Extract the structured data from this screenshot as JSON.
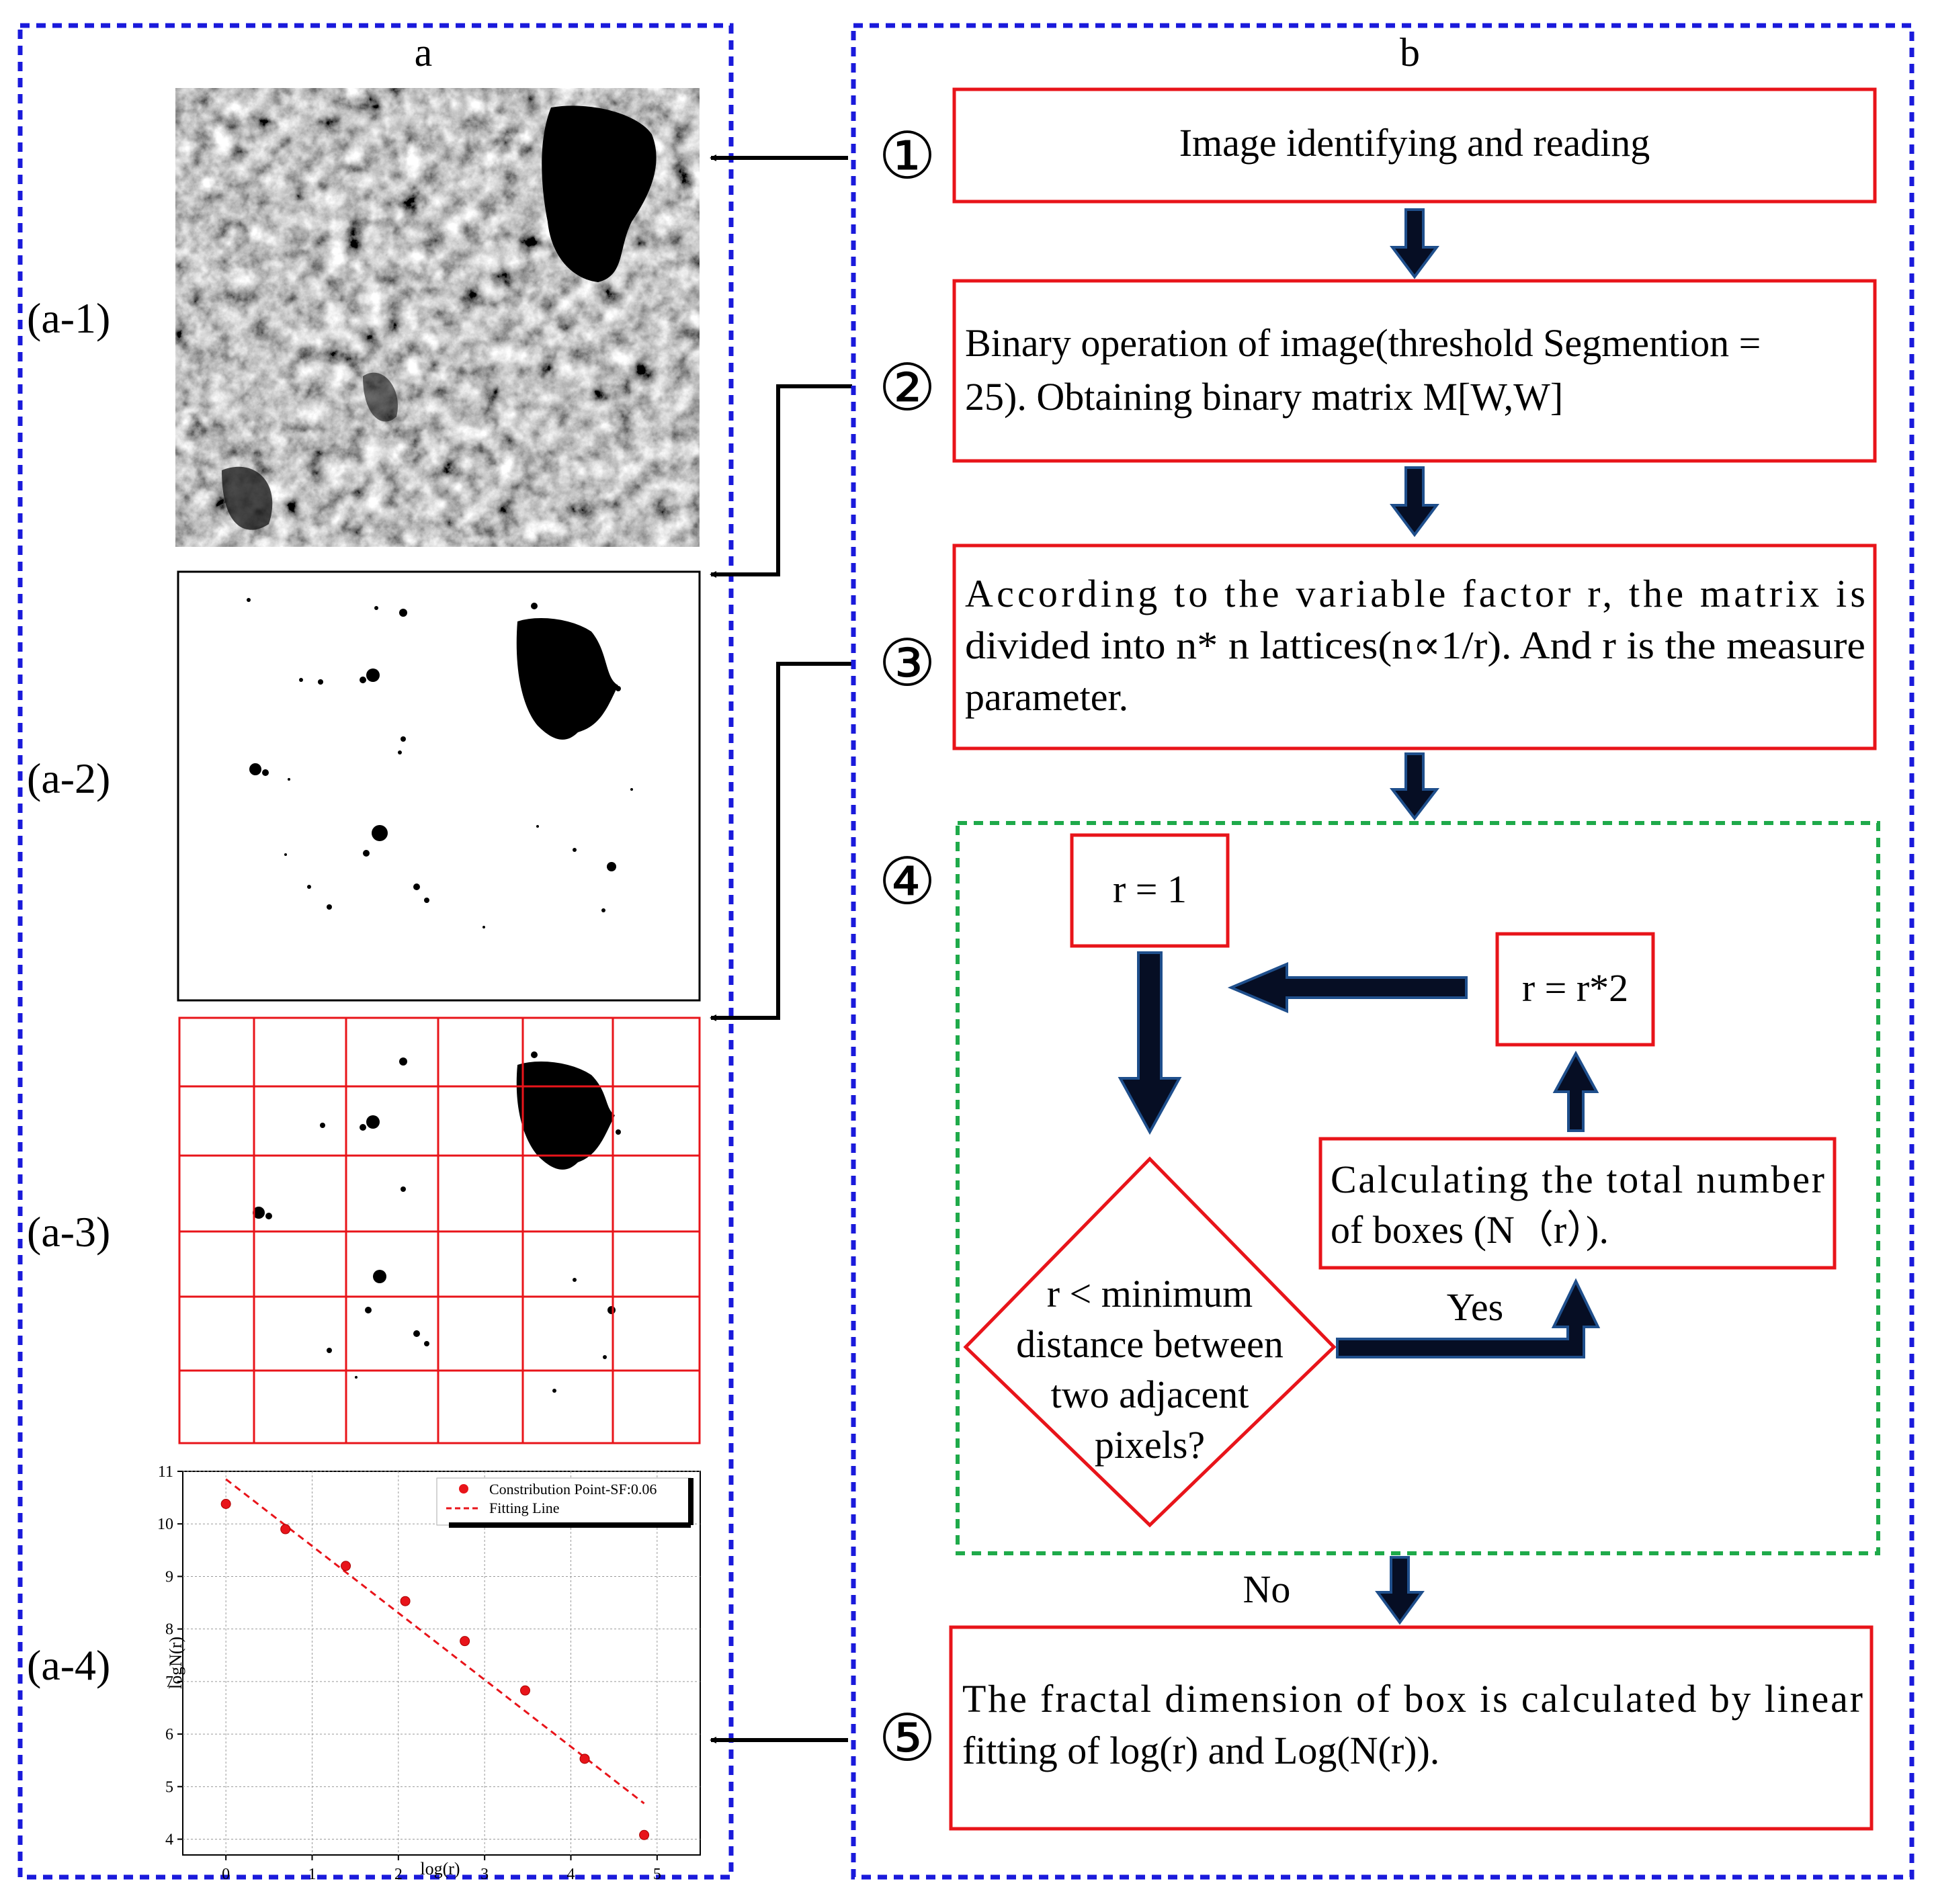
{
  "panels": {
    "a": {
      "label": "a",
      "rows": [
        {
          "label": "(a-1)"
        },
        {
          "label": "(a-2)"
        },
        {
          "label": "(a-3)"
        },
        {
          "label": "(a-4)"
        }
      ]
    },
    "b": {
      "label": "b",
      "steps": [
        {
          "num": "①",
          "text": "Image identifying and reading"
        },
        {
          "num": "②",
          "lines": [
            "Binary operation of image(threshold Segmention =",
            "25). Obtaining binary matrix M[W,W]"
          ]
        },
        {
          "num": "③",
          "lines": [
            "According to the variable factor r, the matrix is",
            "divided into n* n lattices(n∝1/r). And r is the measure",
            "parameter."
          ]
        },
        {
          "num": "④"
        },
        {
          "num": "⑤",
          "lines": [
            "The fractal dimension of box is calculated by linear",
            "fitting of log(r) and Log(N(r))."
          ]
        }
      ],
      "loop": {
        "init": "r = 1",
        "update": "r = r*2",
        "decision": [
          "r < minimum",
          "distance between",
          "two adjacent",
          "pixels?"
        ],
        "count": [
          "Calculating the total number",
          "of boxes (N（r）)."
        ],
        "yes": "Yes",
        "no": "No"
      }
    }
  },
  "colors": {
    "outer_dashed": "#1a1adb",
    "inner_dashed": "#1faa4a",
    "box_border": "#e8141a",
    "arrow_fill": "#060e24",
    "arrow_stroke": "#1f4f8c",
    "grid_red": "#e8141a"
  },
  "chart_data": {
    "type": "scatter",
    "xlabel": "log(r)",
    "ylabel": "logN(r)",
    "xlim": [
      -0.5,
      5.5
    ],
    "ylim": [
      3.7,
      11
    ],
    "xticks": [
      0,
      1,
      2,
      3,
      4,
      5
    ],
    "yticks": [
      4,
      5,
      6,
      7,
      8,
      9,
      10,
      11
    ],
    "grid": true,
    "legend_position": "top-right",
    "series": [
      {
        "name": "Constribution Point-SF:0.06",
        "kind": "points",
        "color": "#e8141a",
        "x": [
          0,
          0.69,
          1.39,
          2.08,
          2.77,
          3.47,
          4.16,
          4.85
        ],
        "y": [
          10.38,
          9.9,
          9.2,
          8.53,
          7.77,
          6.83,
          5.53,
          4.08
        ]
      },
      {
        "name": "Fitting Line",
        "kind": "line",
        "style": "dashed",
        "color": "#e8141a",
        "x": [
          0,
          4.85
        ],
        "y": [
          10.85,
          4.68
        ]
      }
    ]
  }
}
